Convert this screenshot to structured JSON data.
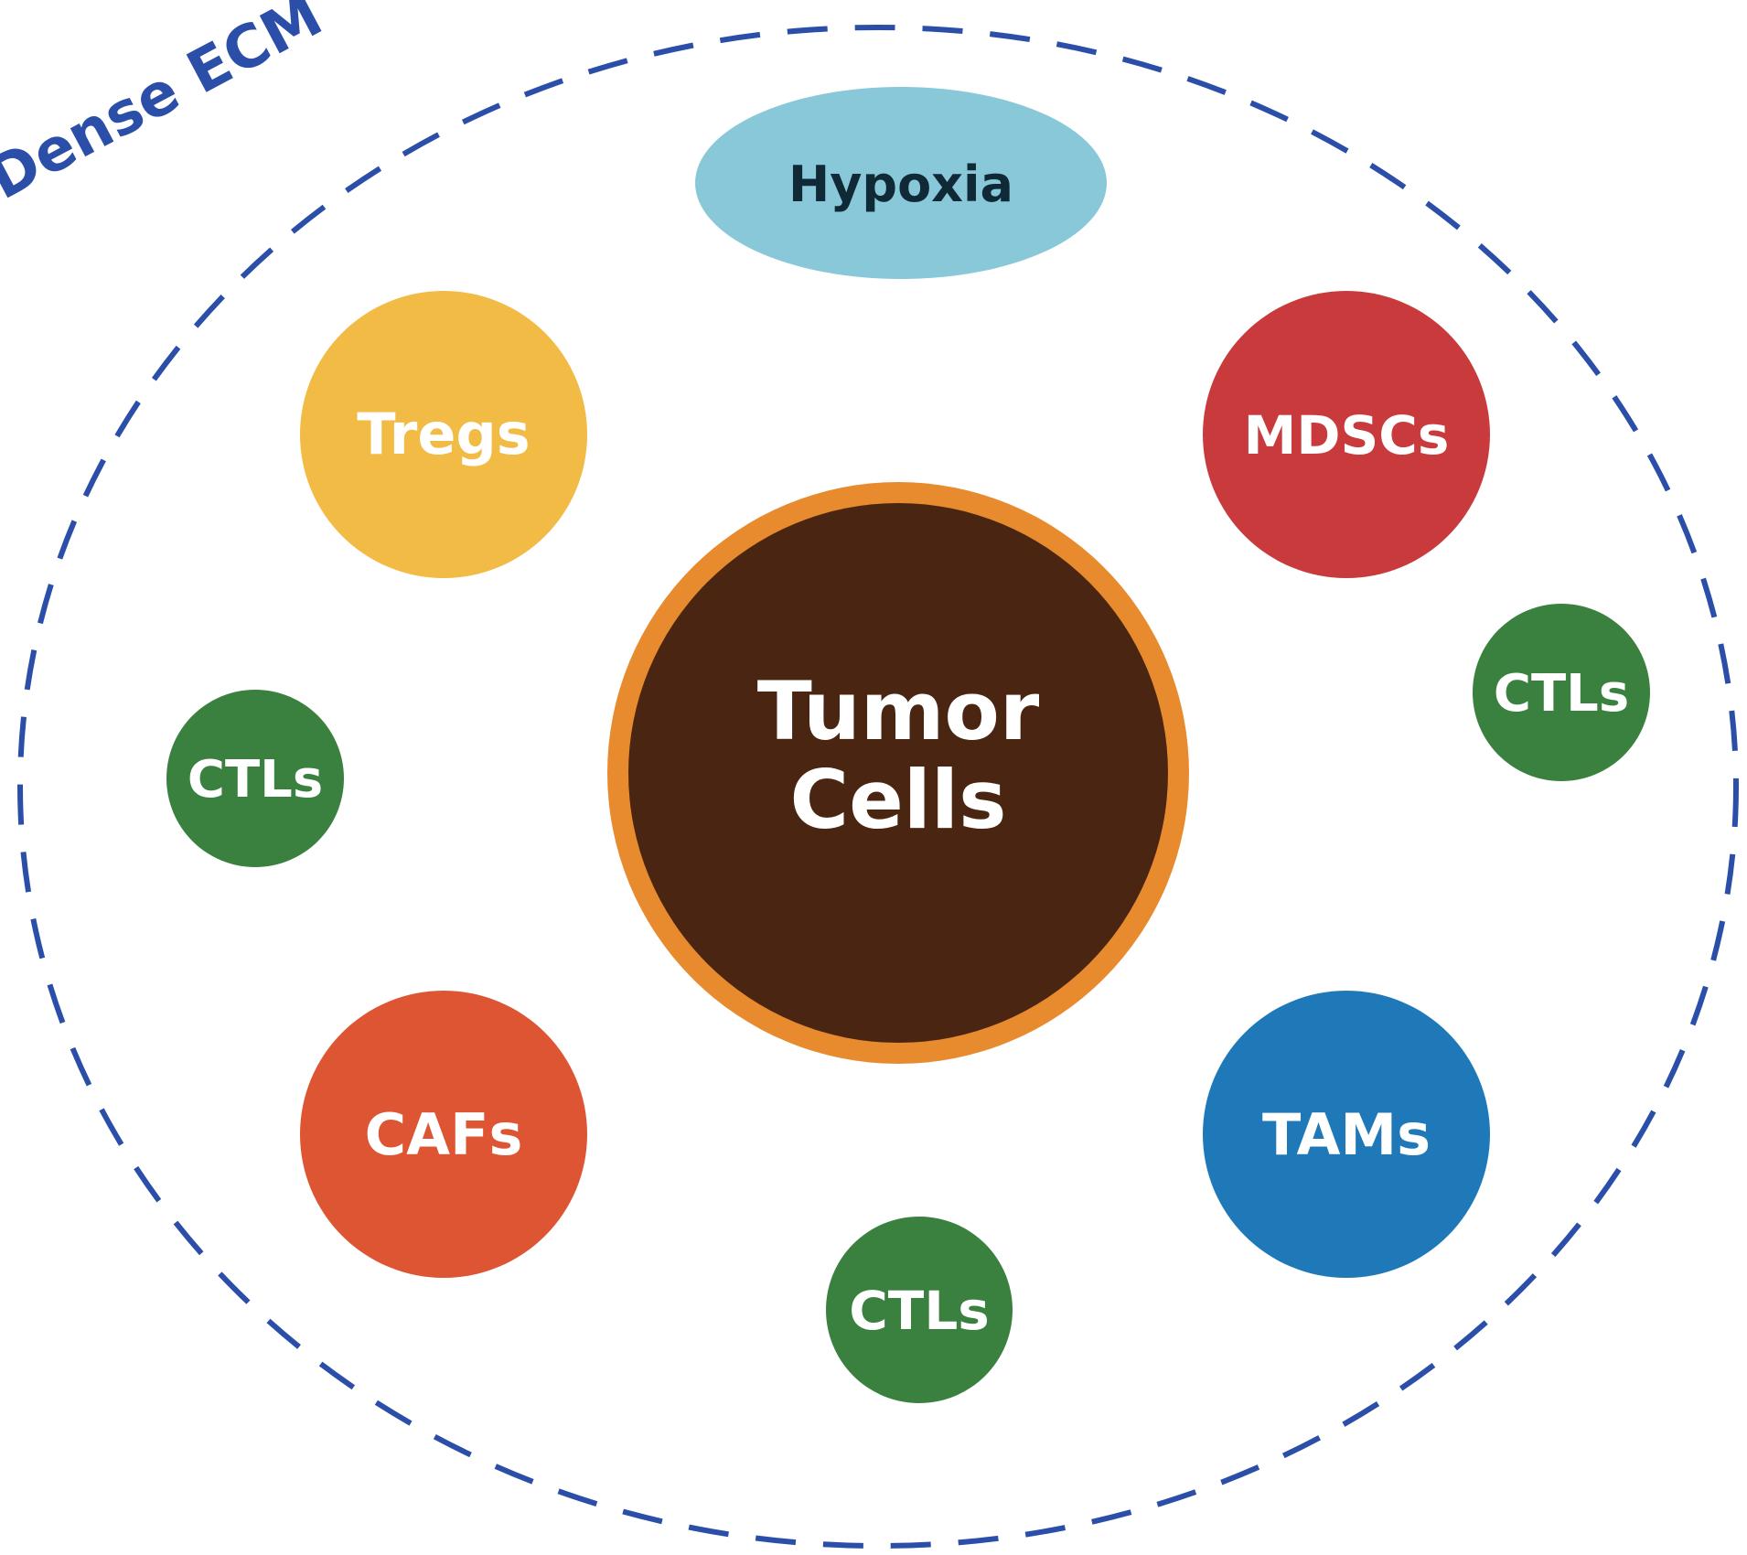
{
  "boundary": {
    "label": "Dense ECM",
    "color": "#2B4FA8"
  },
  "hypoxia": {
    "label": "Hypoxia",
    "fill": "#89C8D8",
    "text_color": "#0F2A36"
  },
  "center": {
    "line1": "Tumor",
    "line2": "Cells",
    "fill": "#4A2612",
    "ring": "#E88A2E",
    "text_color": "#FFFFFF"
  },
  "cells": {
    "tregs": {
      "label": "Tregs",
      "fill": "#F1BB45",
      "text_color": "#FFFFFF"
    },
    "mdscs": {
      "label": "MDSCs",
      "fill": "#C83A3C",
      "text_color": "#FFFFFF"
    },
    "ctls_right": {
      "label": "CTLs",
      "fill": "#3A8140",
      "text_color": "#FFFFFF"
    },
    "ctls_left": {
      "label": "CTLs",
      "fill": "#3A8140",
      "text_color": "#FFFFFF"
    },
    "cafs": {
      "label": "CAFs",
      "fill": "#DD5533",
      "text_color": "#FFFFFF"
    },
    "tams": {
      "label": "TAMs",
      "fill": "#1F78B7",
      "text_color": "#FFFFFF"
    },
    "ctls_bottom": {
      "label": "CTLs",
      "fill": "#3A8140",
      "text_color": "#FFFFFF"
    }
  }
}
